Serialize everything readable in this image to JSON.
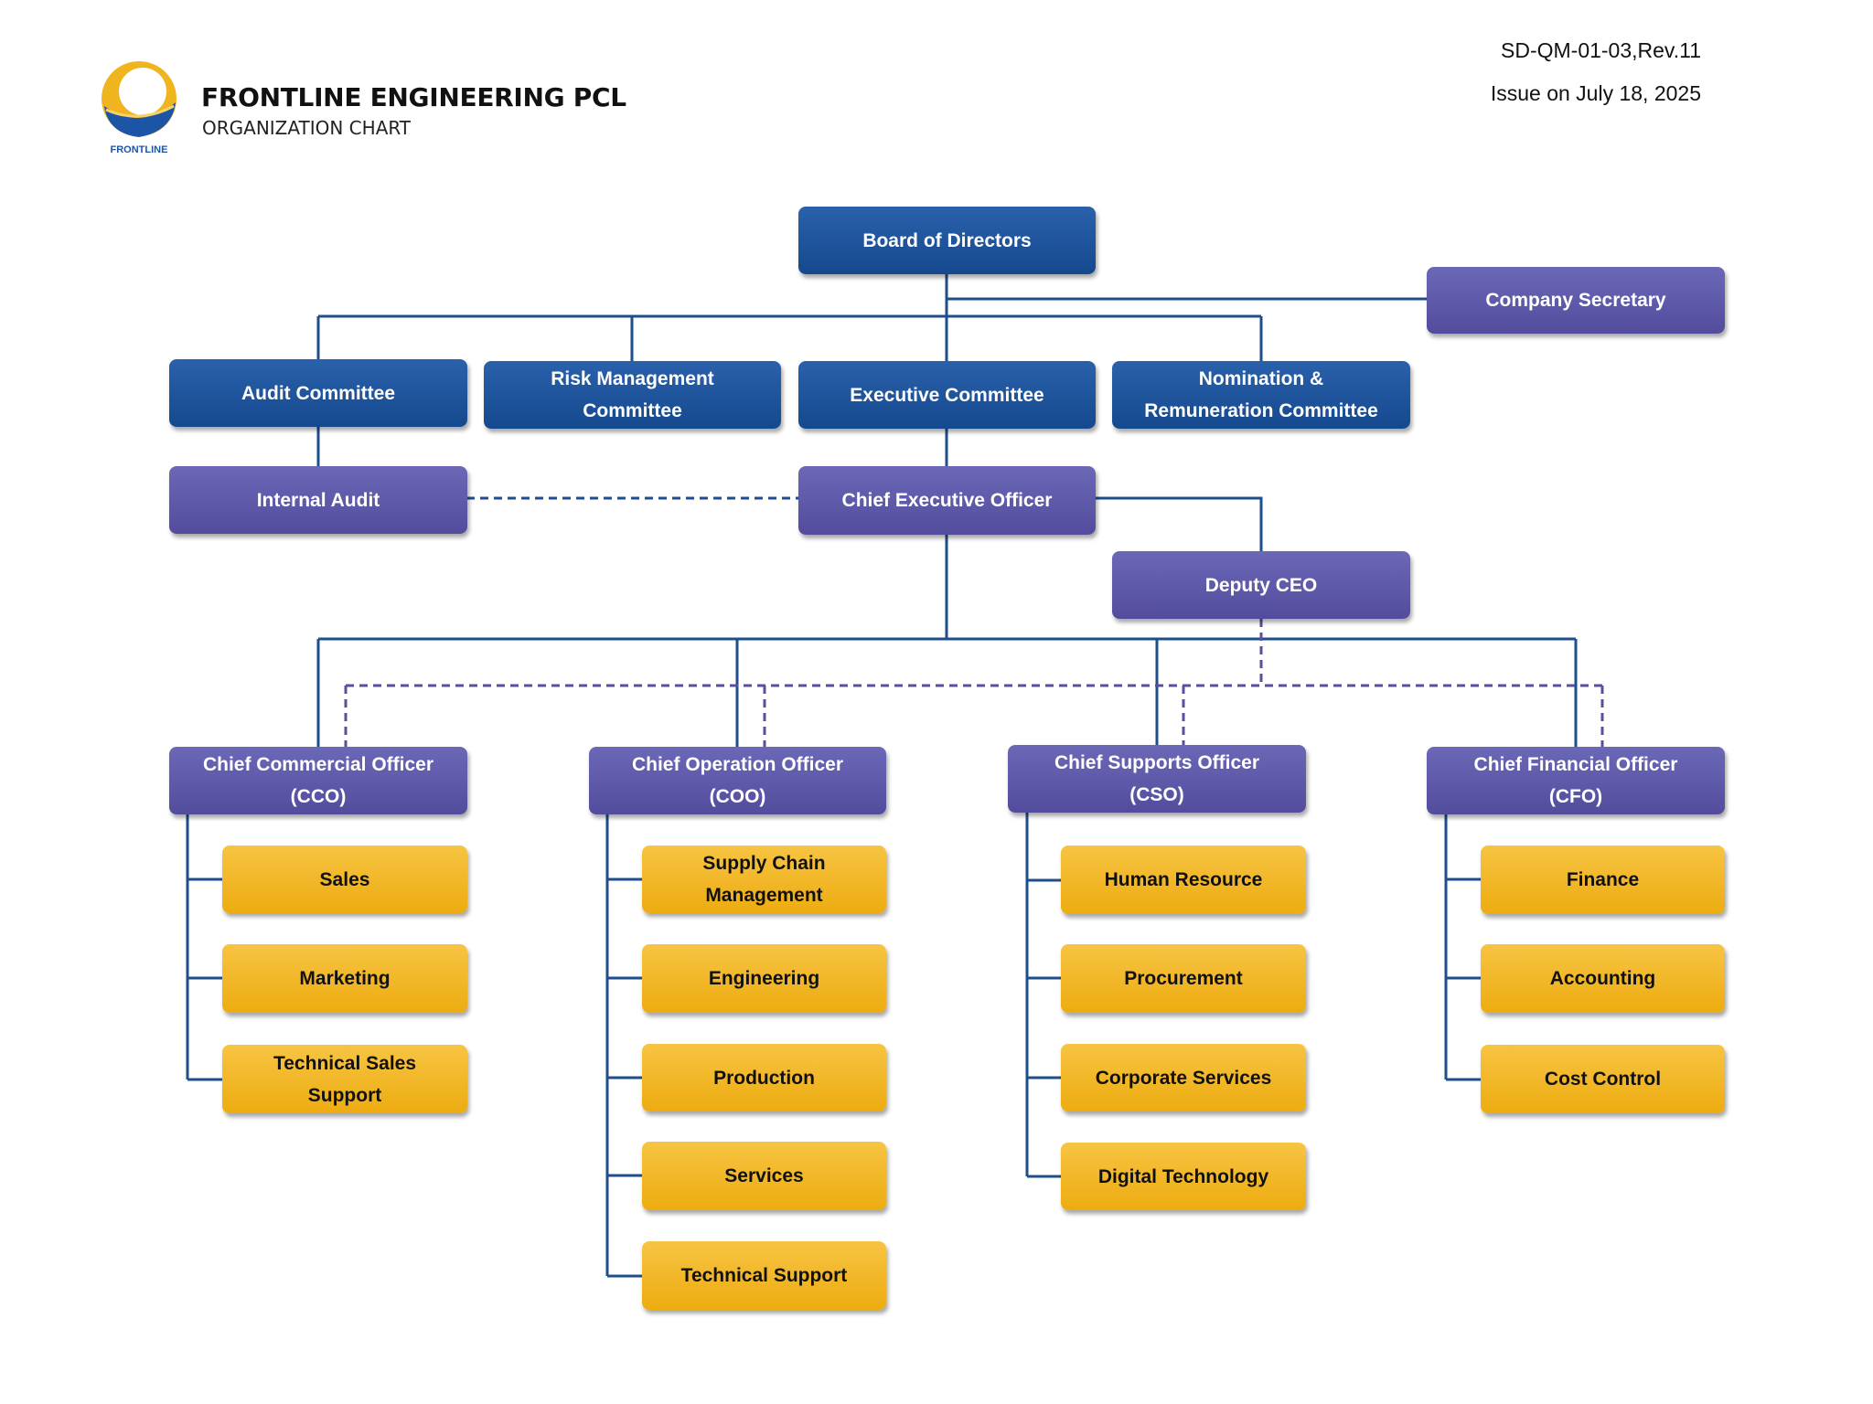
{
  "header": {
    "company": "FRONTLINE ENGINEERING PCL",
    "subtitle": "ORGANIZATION CHART",
    "doc_number": "SD-QM-01-03,Rev.11",
    "issue_date": "Issue on July 18, 2025",
    "logo_text": "FRONTLINE"
  },
  "colors": {
    "board_blue": "#1b4f97",
    "executive_purple": "#5c57a8",
    "department_yellow": "#f2b824",
    "line_blue": "#1f4e8c",
    "dashed_purple": "#5a4f9a"
  },
  "nodes": {
    "board": "Board of Directors",
    "company_secretary": "Company Secretary",
    "audit_committee": "Audit Committee",
    "risk_committee": "Risk Management\nCommittee",
    "executive_committee": "Executive Committee",
    "nomination_committee": "Nomination &\nRemuneration Committee",
    "internal_audit": "Internal Audit",
    "ceo": "Chief Executive Officer",
    "deputy_ceo": "Deputy CEO",
    "cco": "Chief Commercial Officer\n(CCO)",
    "coo": "Chief Operation Officer\n(COO)",
    "cso": "Chief Supports Officer\n(CSO)",
    "cfo": "Chief Financial Officer\n(CFO)"
  },
  "departments": {
    "cco": [
      "Sales",
      "Marketing",
      "Technical Sales\nSupport"
    ],
    "coo": [
      "Supply Chain\nManagement",
      "Engineering",
      "Production",
      "Services",
      "Technical Support"
    ],
    "cso": [
      "Human Resource",
      "Procurement",
      "Corporate Services",
      "Digital Technology"
    ],
    "cfo": [
      "Finance",
      "Accounting",
      "Cost Control"
    ]
  }
}
